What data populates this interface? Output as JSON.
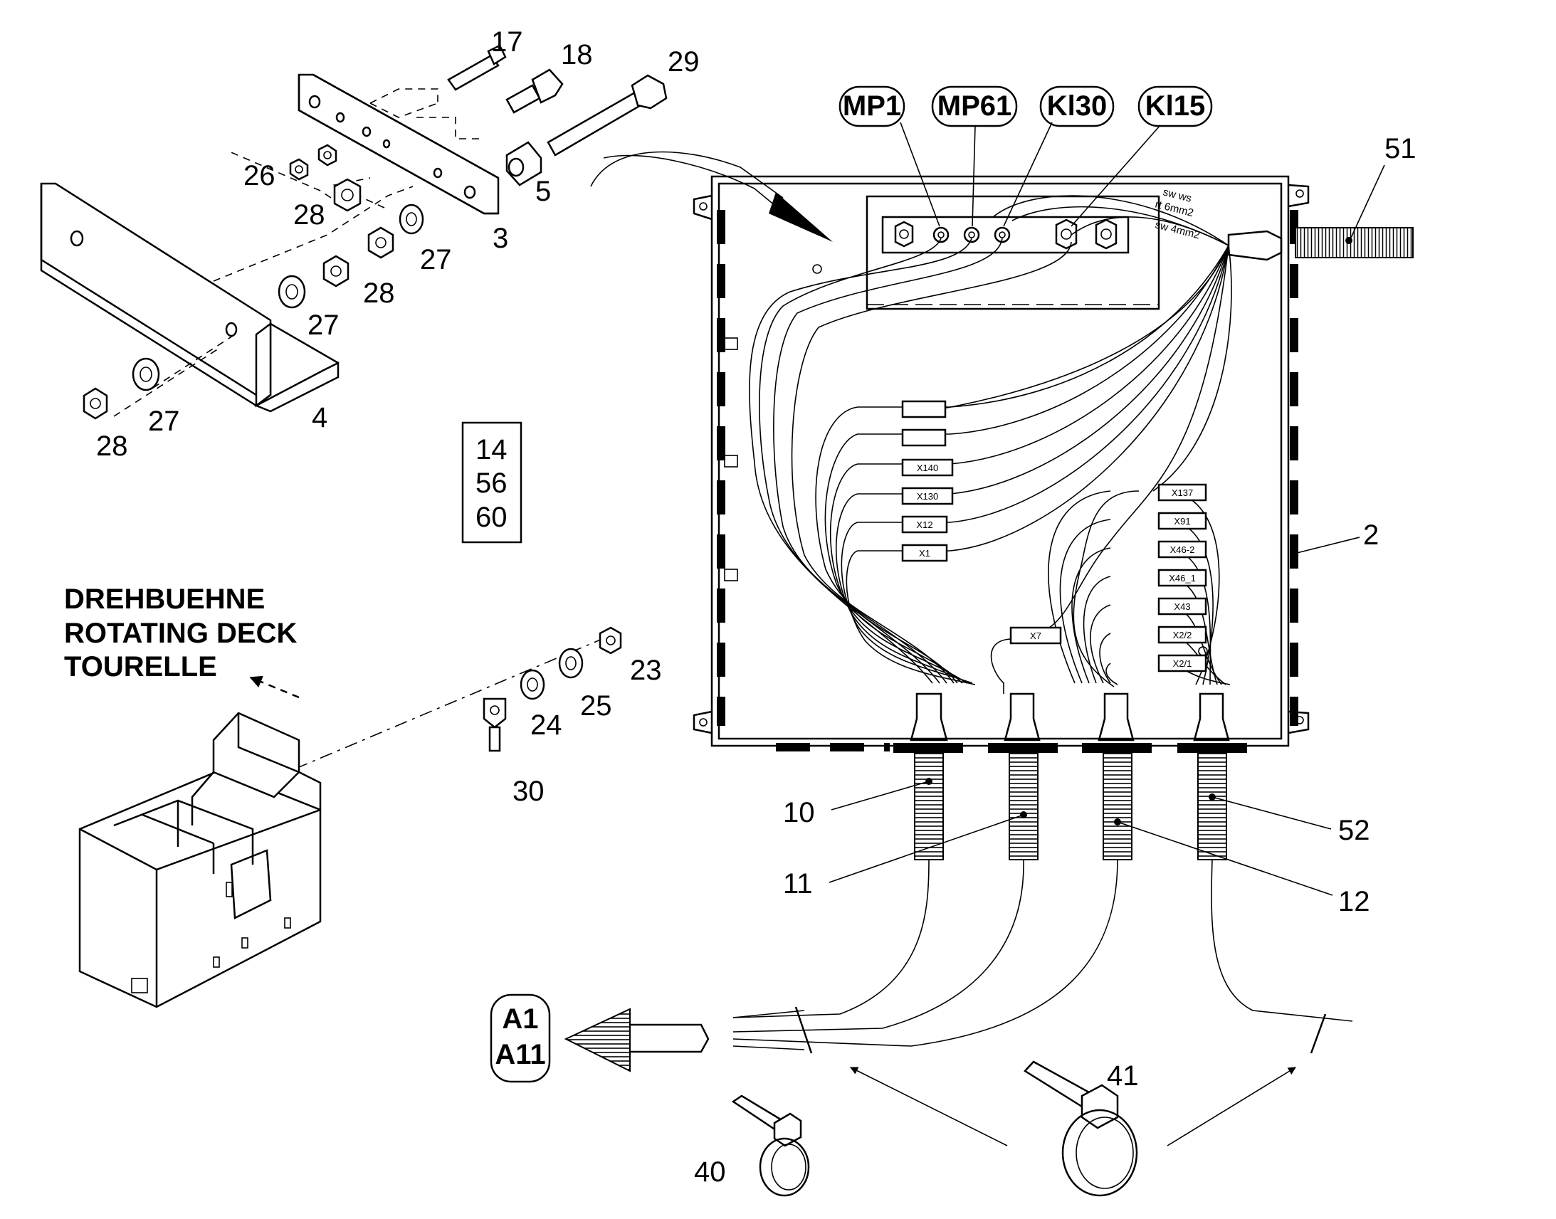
{
  "callouts": {
    "c17": "17",
    "c18": "18",
    "c29": "29",
    "c26": "26",
    "c28a": "28",
    "c5": "5",
    "c3": "3",
    "c27a": "27",
    "c28b": "28",
    "c27b": "27",
    "c27c": "27",
    "c28c": "28",
    "c4": "4",
    "c51": "51",
    "c2": "2",
    "c10": "10",
    "c11": "11",
    "c52": "52",
    "c12": "12",
    "c23": "23",
    "c25": "25",
    "c24": "24",
    "c30": "30",
    "c41": "41",
    "c40": "40"
  },
  "ref_box": [
    "14",
    "56",
    "60"
  ],
  "destination_labels": [
    "DREHBUEHNE",
    "ROTATING DECK",
    "TOURELLE"
  ],
  "terminal_tags": [
    "MP1",
    "MP61",
    "Kl30",
    "Kl15"
  ],
  "arrow_target_tags": [
    "A1",
    "A11"
  ],
  "wire_notes": [
    "sw ws",
    "rt 6mm2",
    "sw 4mm2"
  ],
  "connectors_left": [
    "",
    "",
    "X140",
    "X130",
    "X12",
    "X1"
  ],
  "connector_x7": "X7",
  "connectors_right": [
    "X137",
    "X91",
    "X46-2",
    "X46_1",
    "X43",
    "X2/2",
    "X2/1"
  ]
}
